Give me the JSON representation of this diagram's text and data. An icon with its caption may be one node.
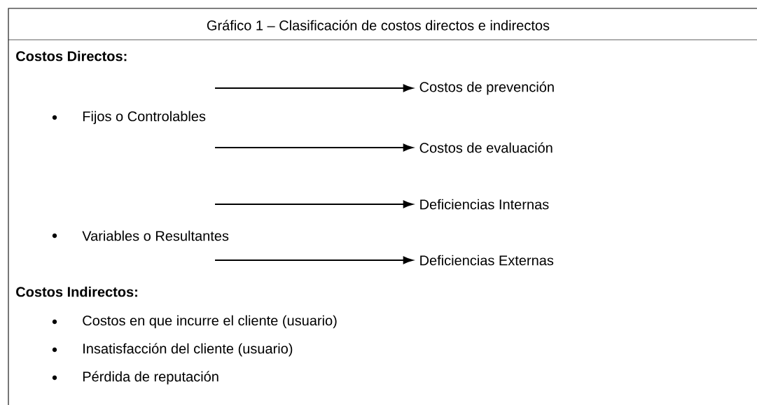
{
  "diagram": {
    "title": "Gráfico 1 – Clasificación de costos directos e indirectos",
    "nodes": [
      {
        "text": [
          "Costos de prevención"
        ]
      },
      {
        "text": [
          "Costos de evaluación"
        ]
      },
      {
        "text": [
          "Deficiencias Internas"
        ]
      },
      {
        "text": [
          "Deficiencias Externas"
        ]
      }
    ],
    "edges": [
      {
        "from": null,
        "to": 0,
        "arrow": "to"
      },
      {
        "from": null,
        "to": 1,
        "arrow": "to"
      },
      {
        "from": null,
        "to": 2,
        "arrow": "to"
      },
      {
        "from": null,
        "to": 3,
        "arrow": "to"
      }
    ],
    "labels": [
      "Costos Directos:",
      "Fijos o Controlables",
      "Variables o Resultantes",
      "Costos Indirectos:",
      "Costos en que incurre el cliente (usuario)",
      "Insatisfacción del cliente (usuario)",
      "Pérdida de reputación"
    ]
  }
}
